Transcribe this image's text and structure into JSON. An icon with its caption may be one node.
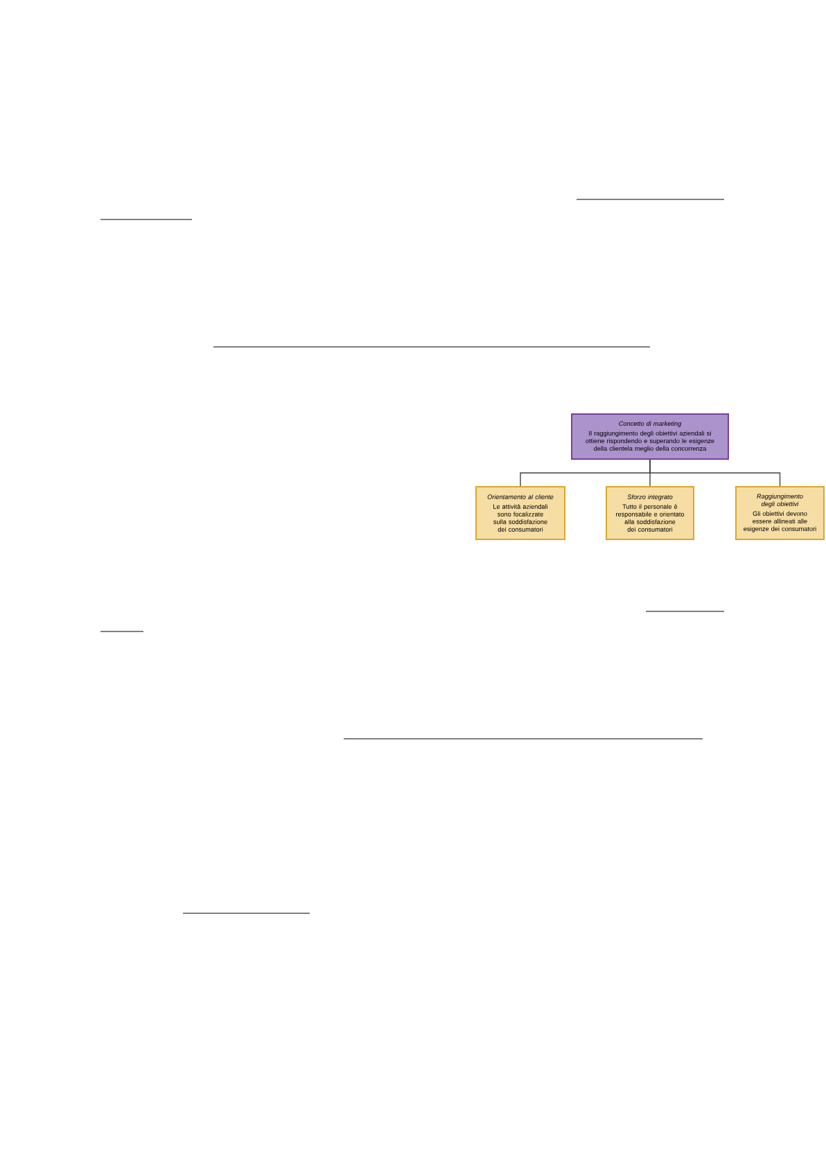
{
  "diagram": {
    "nodes": [
      {
        "text": [
          "Concetto di marketing",
          "Il raggiungimento degli obiettivi aziendali si ottiene rispondendo e superando le esigenze della clientela meglio della concorrenza"
        ]
      },
      {
        "text": [
          "Orientamento al cliente",
          "Le attività aziendali sono focalizzate sulla soddisfazione dei consumatori"
        ]
      },
      {
        "text": [
          "Sforzo integrato",
          "Tutto il personale è responsabile e orientato alla soddisfazione dei consumatori"
        ]
      },
      {
        "text": [
          "Raggiungimento degli obiettivi",
          "Gli obiettivi devono essere allineati alle esigenze dei consumatori"
        ]
      }
    ],
    "edges": [
      {
        "from": 0,
        "to": 1,
        "arrow": "none"
      },
      {
        "from": 0,
        "to": 2,
        "arrow": "none"
      },
      {
        "from": 0,
        "to": 3,
        "arrow": "none"
      }
    ]
  }
}
